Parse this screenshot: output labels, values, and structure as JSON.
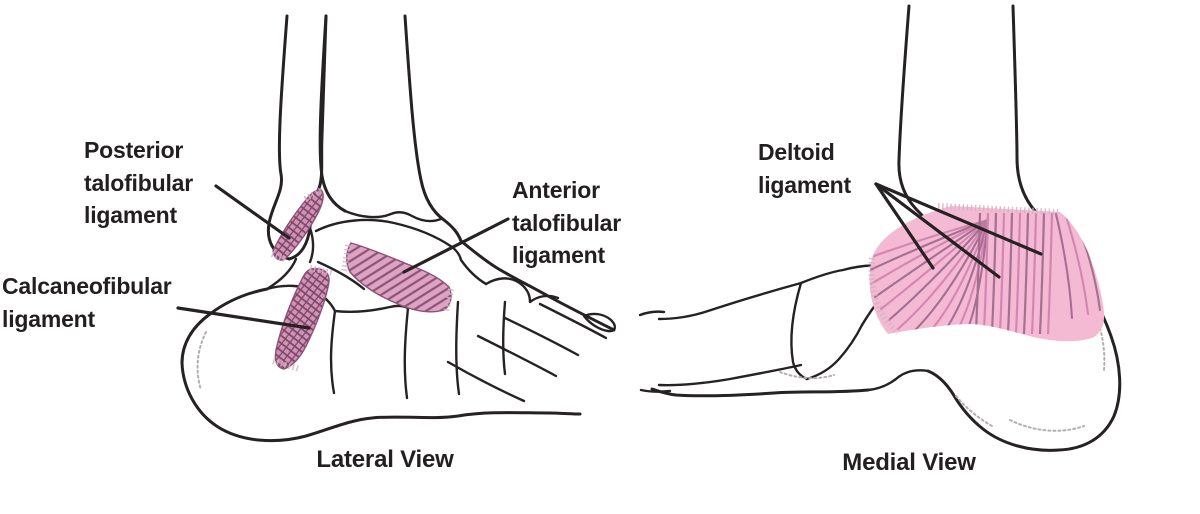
{
  "diagram": {
    "type": "anatomical-illustration",
    "subject": "Ankle ligaments",
    "captions": {
      "lateral": "Lateral View",
      "medial": "Medial View"
    },
    "labels": {
      "posterior_talofibular": "Posterior\ntalofibular\nligament",
      "calcaneofibular": "Calcaneofibular\nligament",
      "anterior_talofibular": "Anterior\ntalofibular\nligament",
      "deltoid": "Deltoid\nligament"
    },
    "colors": {
      "outline": "#262223",
      "text": "#231f20",
      "lateral_ligament_base": "#dca3c2",
      "lateral_ligament_hatch": "#8e5277",
      "lateral_ligament_base2": "#cf93b5",
      "lateral_ligament_hatch2": "#7c4466",
      "deltoid_base": "#f4b9d3",
      "deltoid_fiber": "#d287b1",
      "deltoid_fiber_dark": "#a76e92",
      "stipple": "#b4aeb0",
      "fringe": "#d4b3c6"
    }
  }
}
